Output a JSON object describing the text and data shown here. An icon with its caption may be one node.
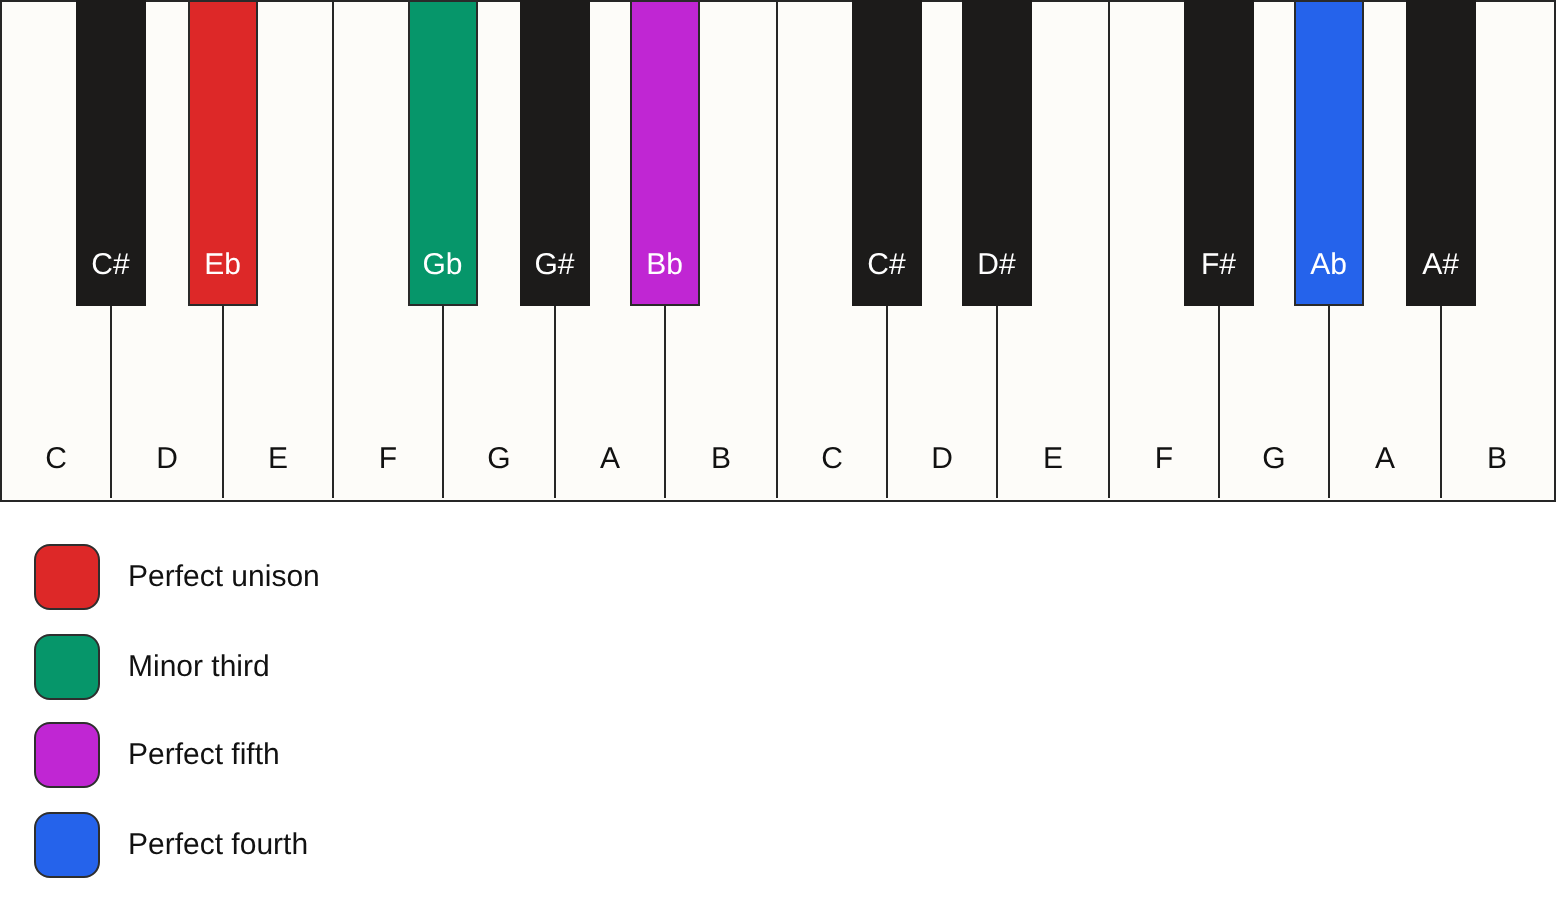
{
  "diagram": {
    "nodes": [
      {
        "text": [
          "C"
        ]
      },
      {
        "text": [
          "D"
        ]
      },
      {
        "text": [
          "E"
        ]
      },
      {
        "text": [
          "F"
        ]
      },
      {
        "text": [
          "G"
        ]
      },
      {
        "text": [
          "A"
        ]
      },
      {
        "text": [
          "B"
        ]
      },
      {
        "text": [
          "C"
        ]
      },
      {
        "text": [
          "D"
        ]
      },
      {
        "text": [
          "E"
        ]
      },
      {
        "text": [
          "F"
        ]
      },
      {
        "text": [
          "G"
        ]
      },
      {
        "text": [
          "A"
        ]
      },
      {
        "text": [
          "B"
        ]
      },
      {
        "text": [
          "C#"
        ]
      },
      {
        "text": [
          "Eb"
        ]
      },
      {
        "text": [
          "Gb"
        ]
      },
      {
        "text": [
          "G#"
        ]
      },
      {
        "text": [
          "Bb"
        ]
      },
      {
        "text": [
          "C#"
        ]
      },
      {
        "text": [
          "D#"
        ]
      },
      {
        "text": [
          "F#"
        ]
      },
      {
        "text": [
          "Ab"
        ]
      },
      {
        "text": [
          "A#"
        ]
      }
    ],
    "legend": [
      {
        "text": "Perfect unison",
        "color": "#dd2828"
      },
      {
        "text": "Minor third",
        "color": "#06966a"
      },
      {
        "text": "Perfect fifth",
        "color": "#c026d3"
      },
      {
        "text": "Perfect fourth",
        "color": "#2563eb"
      }
    ]
  }
}
